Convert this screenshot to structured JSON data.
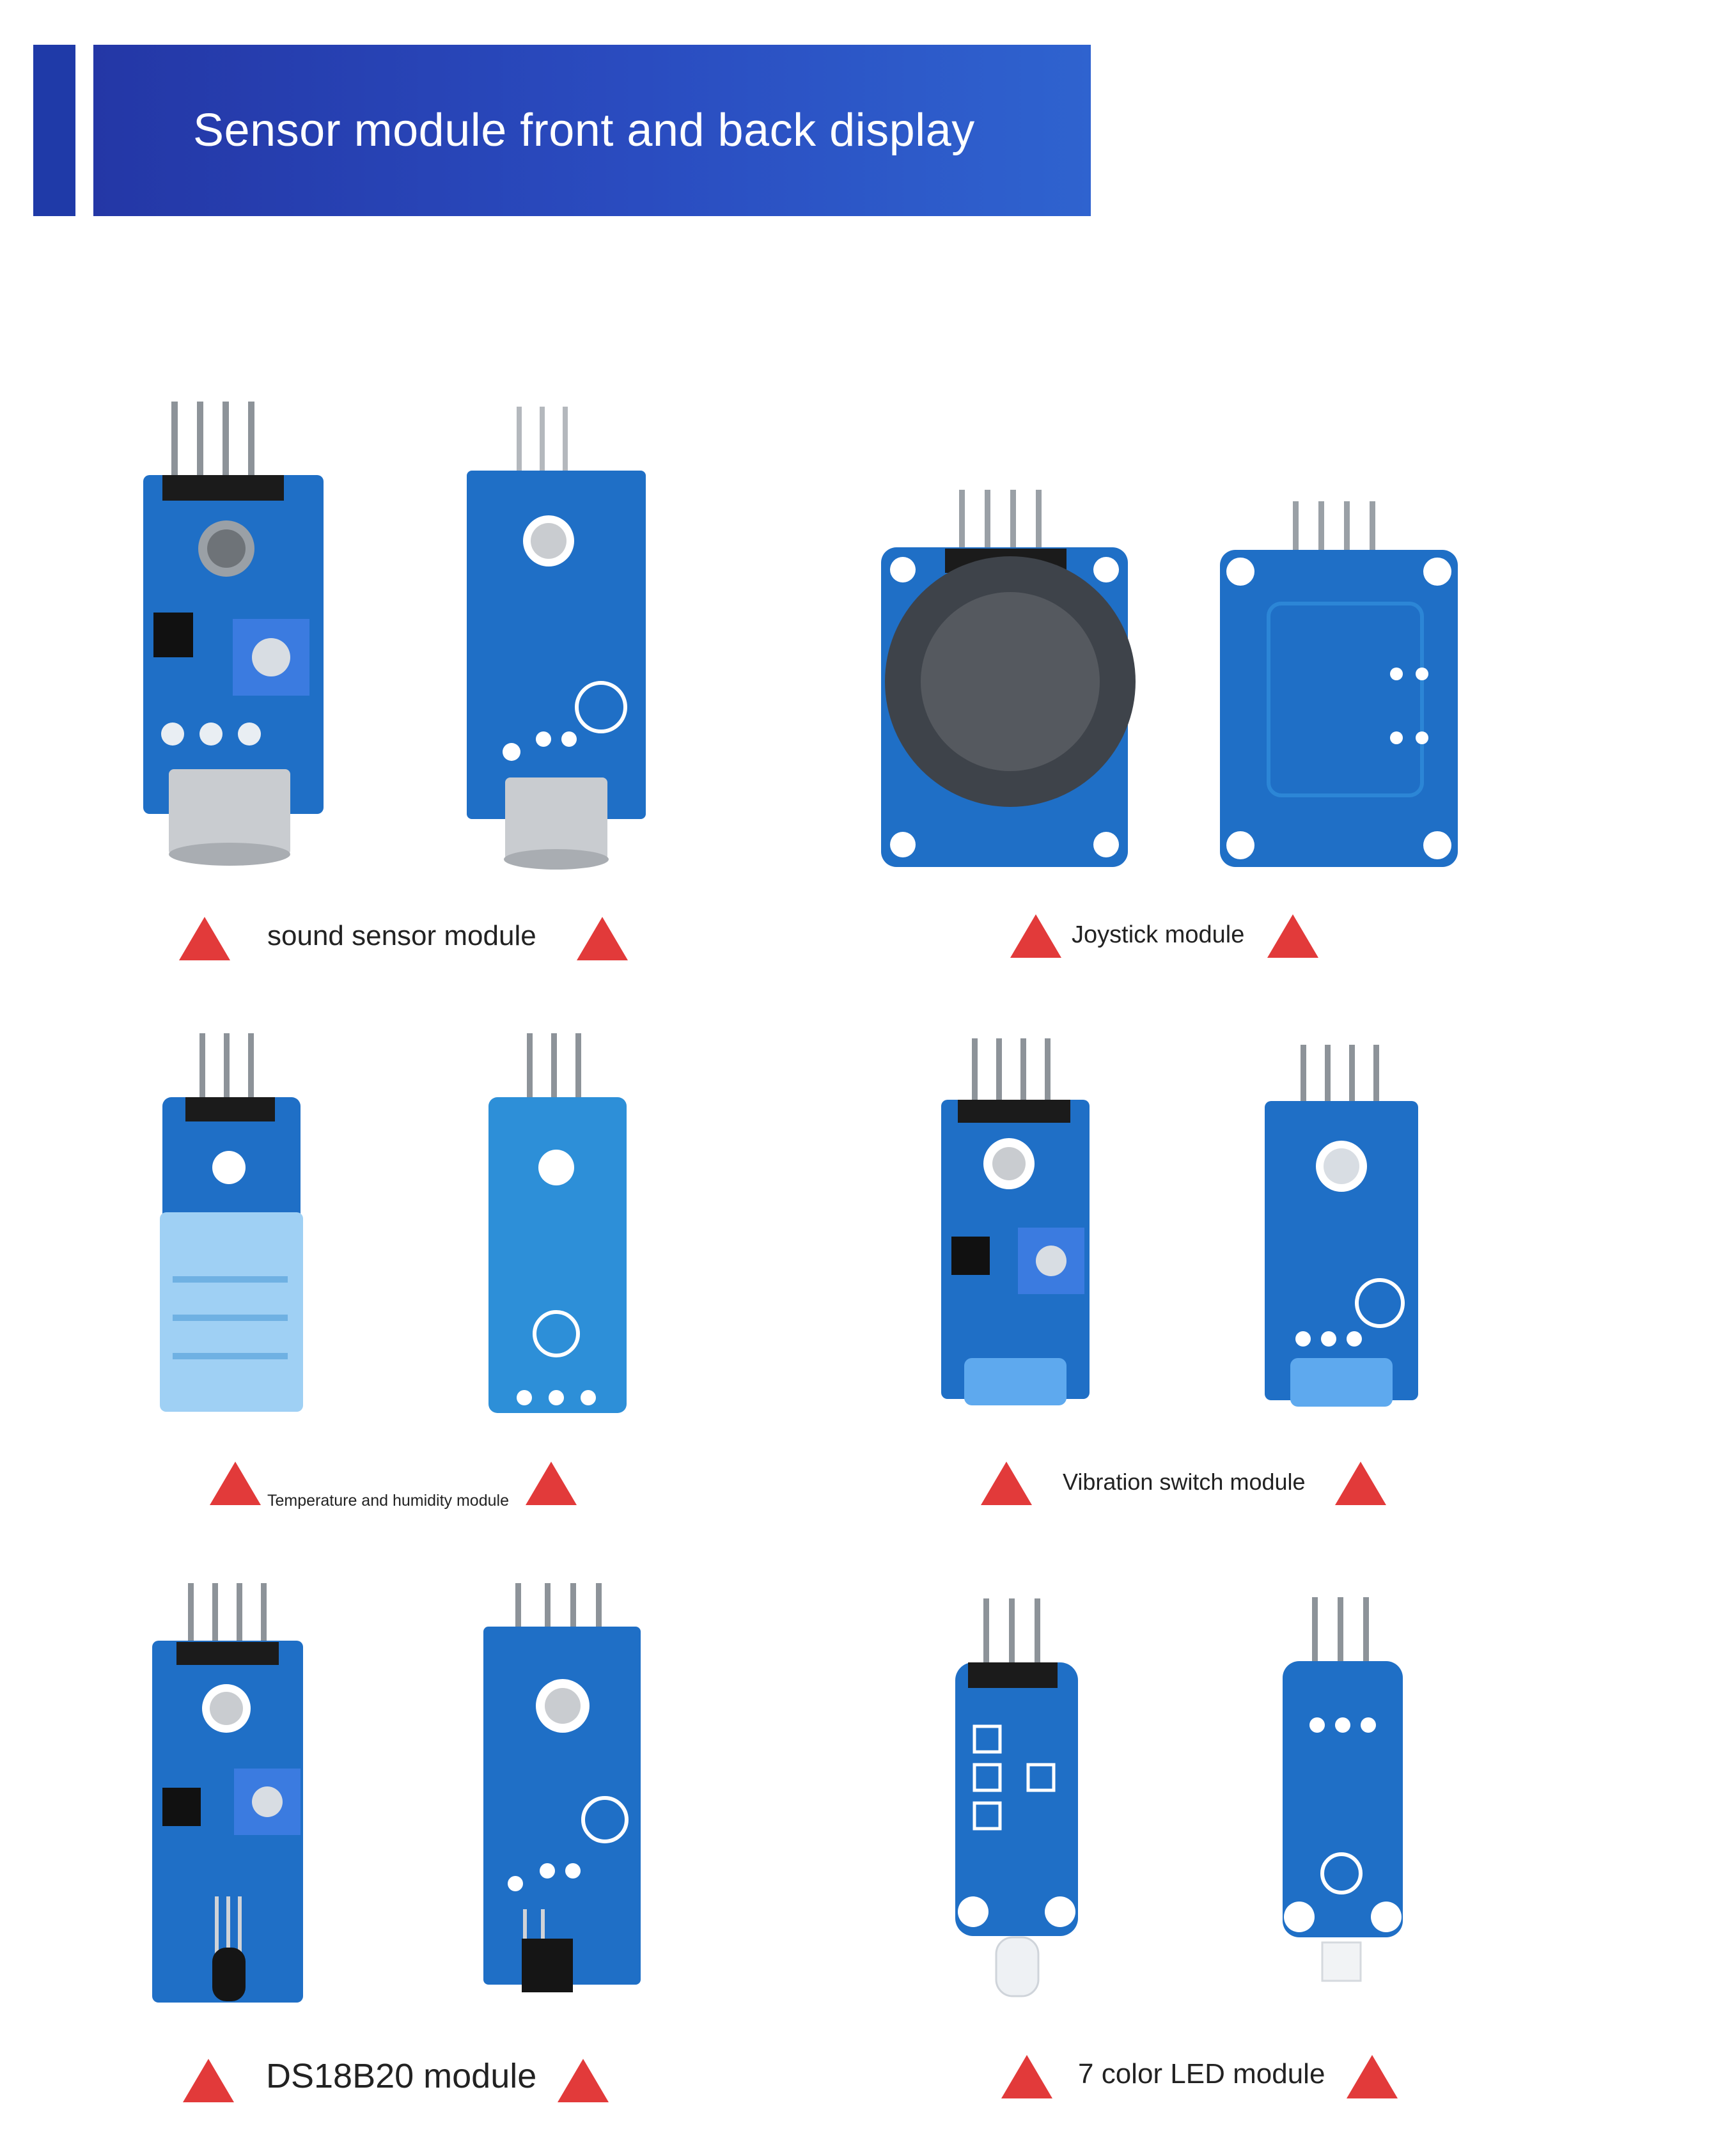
{
  "header": {
    "title": "Sensor module front and back display"
  },
  "modules": [
    {
      "caption": "sound sensor module"
    },
    {
      "caption": "Joystick module"
    },
    {
      "caption": "Temperature and humidity module"
    },
    {
      "caption": "Vibration switch module"
    },
    {
      "caption": "DS18B20 module"
    },
    {
      "caption": "7 color LED module"
    }
  ],
  "colors": {
    "banner": "#2a4cc0",
    "pcb": "#1f6fc6",
    "pcb_light": "#2d8fd8",
    "triangle": "#e23a3a",
    "pin": "#9aa0a6"
  },
  "icons": {
    "marker": "red-triangle-icon"
  }
}
